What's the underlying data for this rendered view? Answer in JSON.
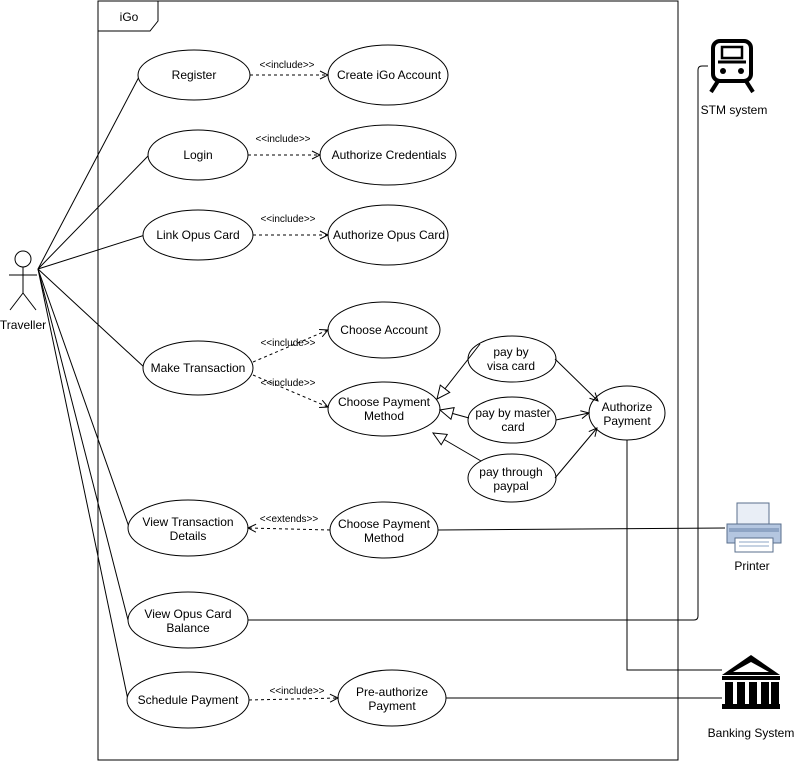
{
  "system": {
    "title": "iGo"
  },
  "actors": {
    "traveller": "Traveller",
    "stm": "STM system",
    "printer": "Printer",
    "bank": "Banking System"
  },
  "use_cases": {
    "register": "Register",
    "create_account": "Create iGo Account",
    "login": "Login",
    "authorize_credentials": "Authorize Credentials",
    "link_opus": "Link Opus Card",
    "authorize_opus": "Authorize Opus Card",
    "make_transaction": "Make Transaction",
    "choose_account": "Choose Account",
    "choose_payment_1": [
      "Choose Payment",
      "Method"
    ],
    "pay_visa": [
      "pay by",
      "visa card"
    ],
    "pay_master": [
      "pay by master",
      "card"
    ],
    "pay_paypal": [
      "pay through",
      "paypal"
    ],
    "authorize_payment": [
      "Authorize",
      "Payment"
    ],
    "view_transaction": [
      "View Transaction",
      "Details"
    ],
    "choose_payment_2": [
      "Choose Payment",
      "Method"
    ],
    "view_balance": [
      "View Opus Card",
      "Balance"
    ],
    "schedule_payment": "Schedule Payment",
    "preauthorize": [
      "Pre-authorize",
      "Payment"
    ]
  },
  "relations": {
    "include": "<<include>>",
    "extends": "<<extends>>"
  }
}
